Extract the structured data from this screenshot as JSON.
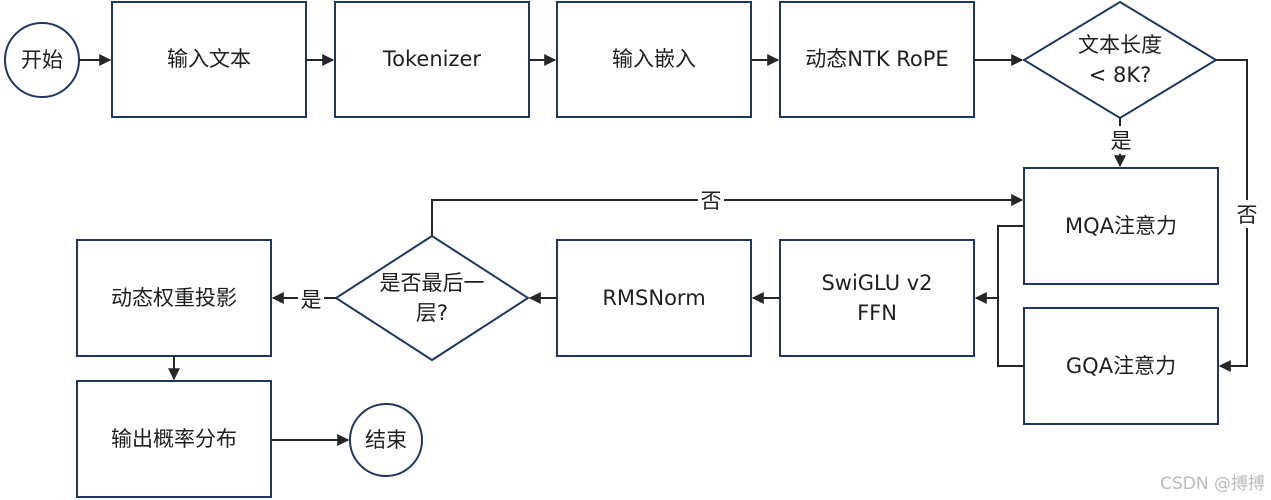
{
  "nodes": {
    "start": "开始",
    "input_text": "输入文本",
    "tokenizer": "Tokenizer",
    "input_embed": "输入嵌入",
    "rope": "动态NTK RoPE",
    "len_check_line1": "文本长度",
    "len_check_line2": "< 8K?",
    "mqa": "MQA注意力",
    "gqa": "GQA注意力",
    "swiglu_line1": "SwiGLU v2",
    "swiglu_line2": "FFN",
    "rmsnorm": "RMSNorm",
    "last_layer_line1": "是否最后一",
    "last_layer_line2": "层?",
    "dyn_proj": "动态权重投影",
    "output_prob": "输出概率分布",
    "end": "结束"
  },
  "edges": {
    "len_yes": "是",
    "len_no": "否",
    "last_no": "否",
    "last_yes": "是"
  },
  "watermark": "CSDN @搏搏",
  "colors": {
    "node_border": "#1f3863",
    "connector": "#262626",
    "text": "#1f1f1f",
    "watermark": "#bbbbbb"
  }
}
